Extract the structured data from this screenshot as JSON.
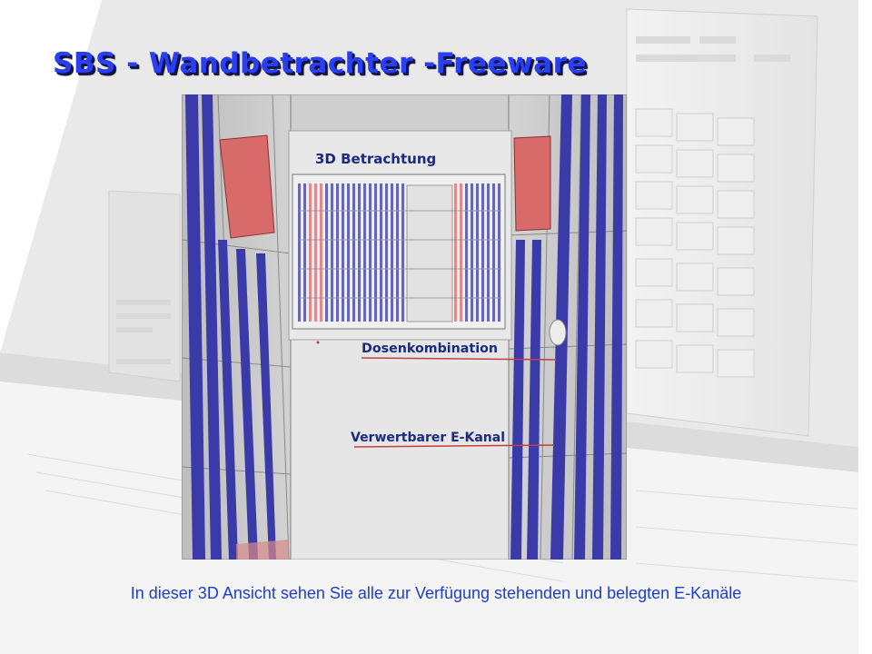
{
  "slide": {
    "title": "SBS - Wandbetrachter -Freeware",
    "caption": "In dieser 3D Ansicht sehen Sie alle zur Verfügung stehenden und belegten E-Kanäle"
  },
  "viewer": {
    "heading": "3D Betrachtung",
    "label_box": "Dosenkombination",
    "label_channel": "Verwertbarer E-Kanal"
  },
  "colors": {
    "title": "#2a3ff0",
    "caption": "#1f3ec8",
    "channel": "#3a3aa8",
    "used": "#d86a6a",
    "annotation": "#1a2a80"
  }
}
